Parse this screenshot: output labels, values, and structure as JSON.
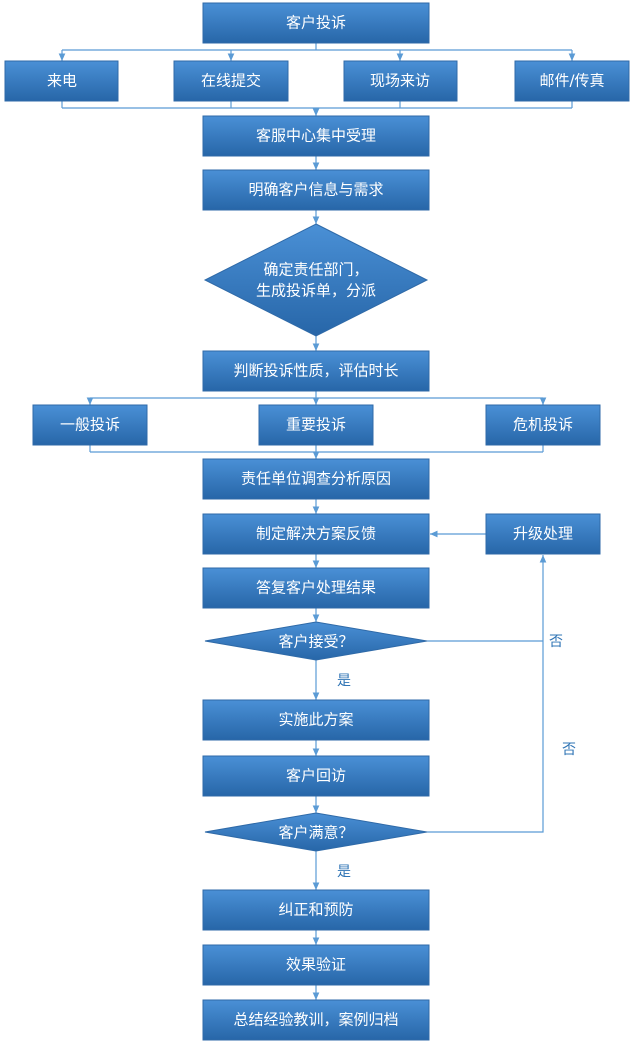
{
  "nodes": {
    "complaint": "客户投诉",
    "phone": "来电",
    "online": "在线提交",
    "onsite": "现场来访",
    "mailfax": "邮件/传真",
    "center": "客服中心集中受理",
    "clarify": "明确客户信息与需求",
    "dept_line1": "确定责任部门，",
    "dept_line2": "生成投诉单，分派",
    "judge": "判断投诉性质，评估时长",
    "general": "一般投诉",
    "important": "重要投诉",
    "crisis": "危机投诉",
    "investigate": "责任单位调查分析原因",
    "solution": "制定解决方案反馈",
    "upgrade": "升级处理",
    "reply": "答复客户处理结果",
    "accept": "客户接受？",
    "implement": "实施此方案",
    "revisit": "客户回访",
    "satisfied": "客户满意？",
    "correct": "纠正和预防",
    "verify": "效果验证",
    "summary": "总结经验教训，案例归档"
  },
  "labels": {
    "yes1": "是",
    "no1": "否",
    "no2": "否",
    "yes2": "是"
  },
  "colors": {
    "box_top": "#4a90d6",
    "box_bottom": "#2766a8",
    "connector": "#5b9bd5",
    "condition_text": "#2f74b5"
  }
}
